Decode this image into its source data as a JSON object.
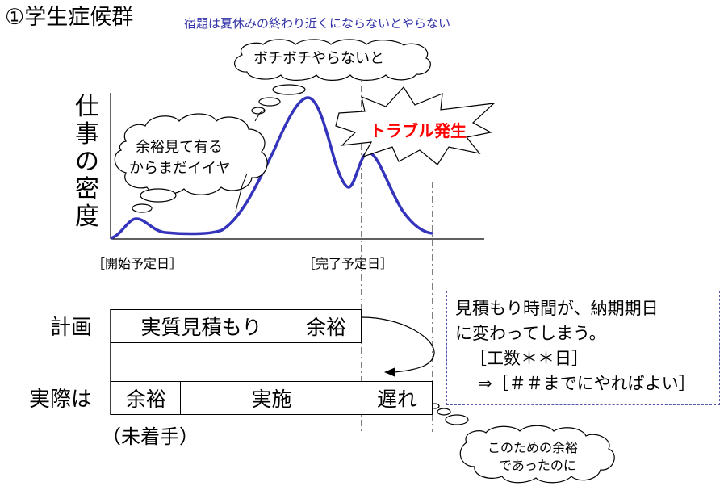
{
  "header": {
    "title": "①学生症候群",
    "subtitle": "宿題は夏休みの終わり近くにならないとやらない"
  },
  "chart": {
    "ylabel": "仕事の密度",
    "start_marker": "［開始予定日］",
    "end_marker": "［完了予定日］"
  },
  "callouts": {
    "top": "ボチボチやらないと",
    "left_line1": "余裕見て有る",
    "left_line2": "からまだイイヤ",
    "trouble": "トラブル発生",
    "bottom_line1": "このための余裕",
    "bottom_line2": "であったのに"
  },
  "plan": {
    "label": "計画",
    "cells": [
      "実質見積もり",
      "余裕"
    ]
  },
  "actual": {
    "label": "実際は",
    "cells": [
      "余裕",
      "実施",
      "遅れ"
    ],
    "note": "（未着手）"
  },
  "note": {
    "line1": "見積もり時間が、納期期日",
    "line2": "に変わってしまう。",
    "line3": "［工数＊＊日］",
    "line4": "⇒［＃＃までにやればよい］"
  },
  "colors": {
    "curve": "#3333bb",
    "subtitle": "#3333aa",
    "trouble": "#ff0000"
  }
}
